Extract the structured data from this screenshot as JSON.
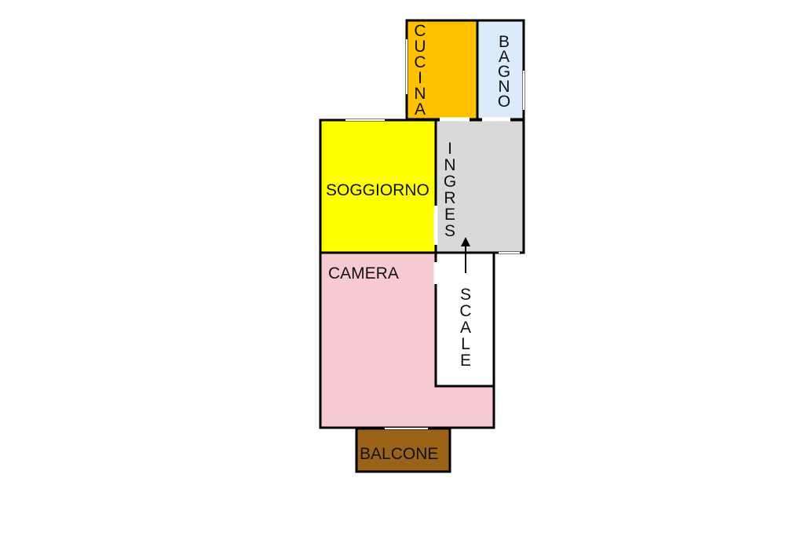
{
  "rooms": {
    "cucina": {
      "label": "CUCINA",
      "color": "#FFC000"
    },
    "bagno": {
      "label": "BAGNO",
      "color": "#DCEBFA"
    },
    "soggiorno": {
      "label": "SOGGIORNO",
      "color": "#FFFF00"
    },
    "ingresso": {
      "label": "INGRES",
      "color": "#D9D9D9"
    },
    "camera": {
      "label": "CAMERA",
      "color": "#F7CAD2"
    },
    "scale": {
      "label": "SCALE",
      "color": "#FFFFFF"
    },
    "balcone": {
      "label": "BALCONE",
      "color": "#9A6318"
    }
  },
  "wall_color": "#000000",
  "arrow": {
    "direction": "up"
  }
}
